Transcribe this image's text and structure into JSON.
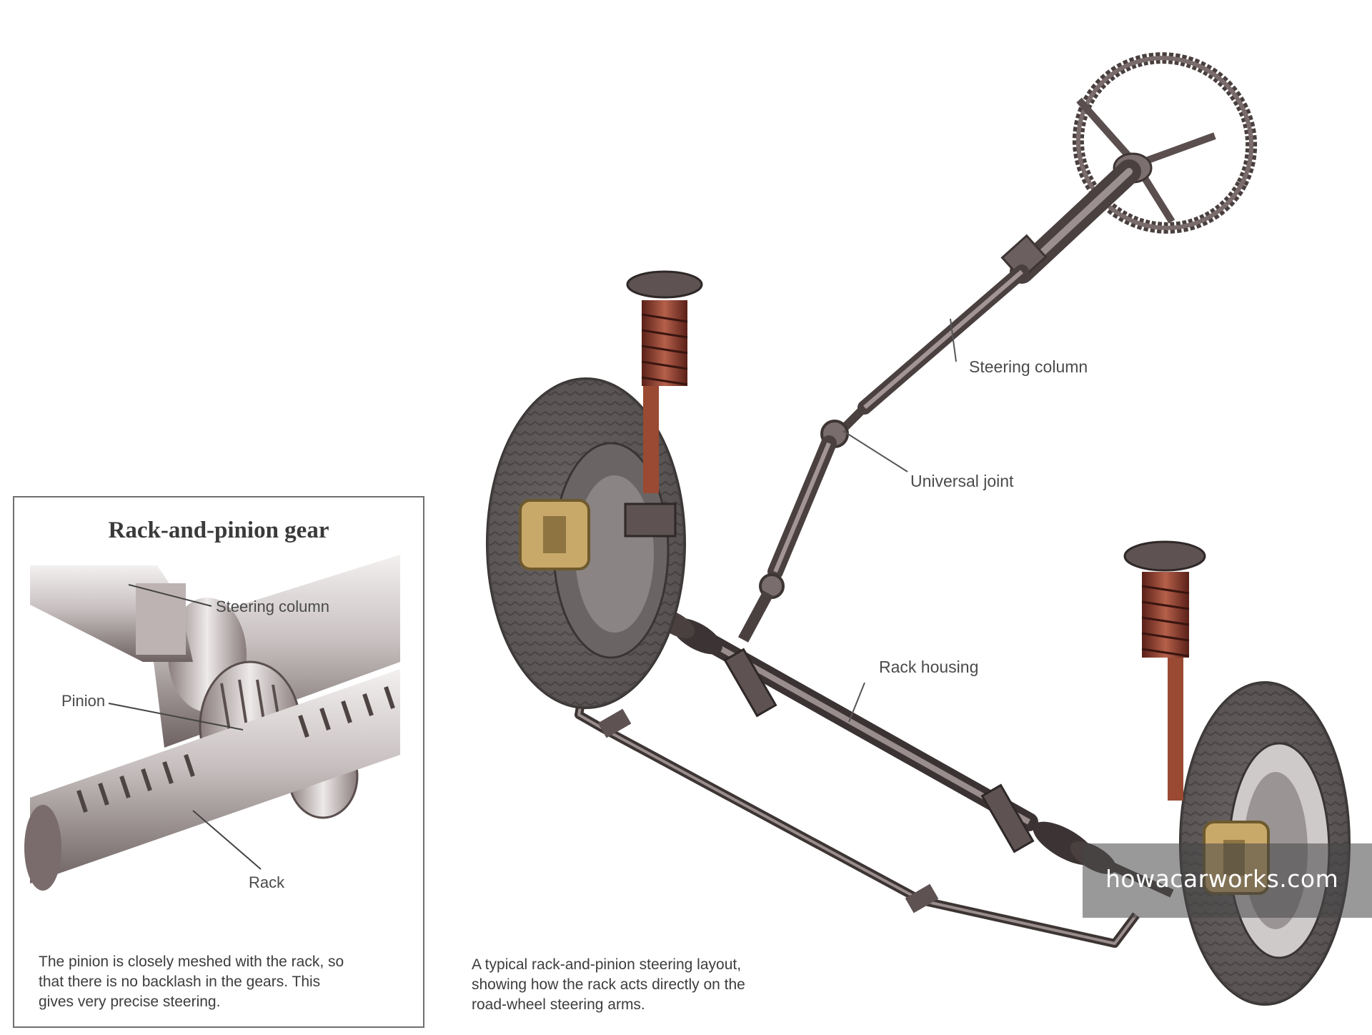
{
  "inset": {
    "title": "Rack-and-pinion gear",
    "labels": {
      "steering_column": "Steering column",
      "pinion": "Pinion",
      "rack": "Rack"
    },
    "caption": "The pinion is closely meshed with the rack, so that there is no backlash in the gears. This gives very precise steering."
  },
  "main": {
    "labels": {
      "steering_column": "Steering column",
      "universal_joint": "Universal joint",
      "rack_housing": "Rack housing"
    },
    "caption": "A typical rack-and-pinion steering layout, showing how the rack acts directly on the road-wheel steering arms."
  },
  "watermark": "howacarworks.com",
  "colors": {
    "metal_dark": "#4e4545",
    "metal_mid": "#8a7e7e",
    "spring": "#8c3a2a",
    "caliper": "#c9a96a",
    "tyre": "#5c5656"
  }
}
